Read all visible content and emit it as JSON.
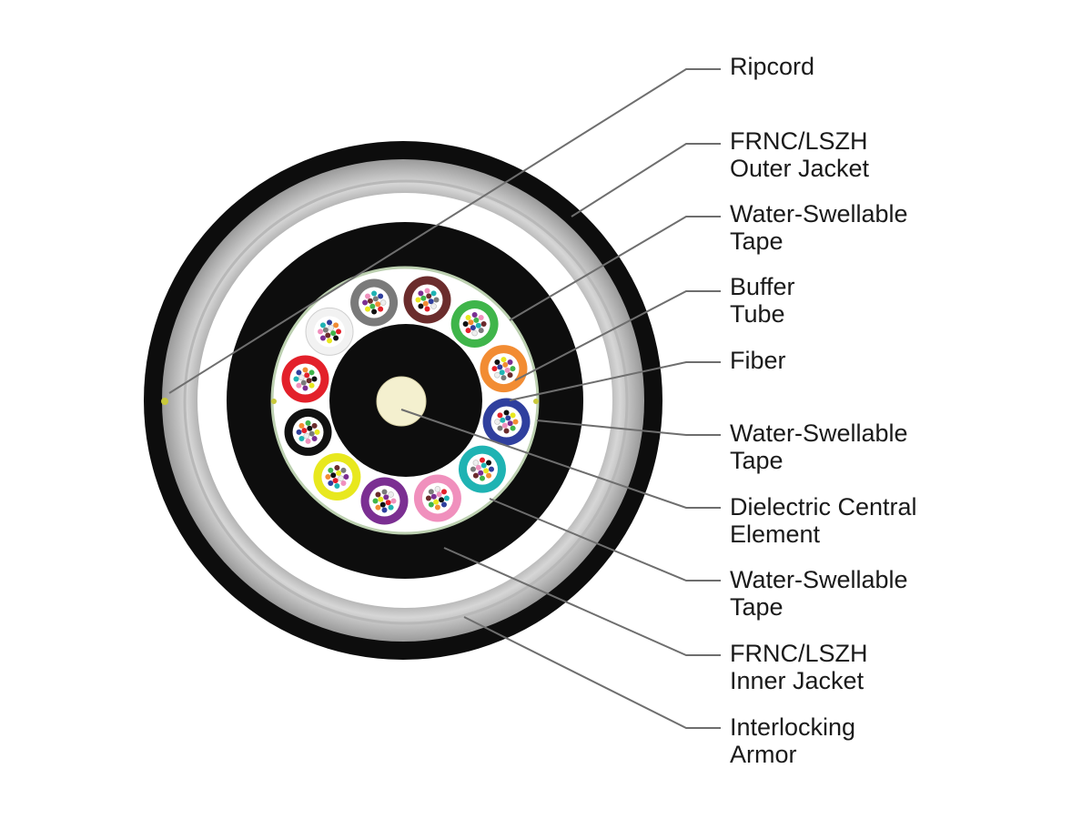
{
  "colors": {
    "background": "#ffffff",
    "jacket": "#0d0d0d",
    "armor_light": "#d2d2d2",
    "armor_dark": "#8c8c8c",
    "tape": "#ffffff",
    "central_element": "#f4f0cf",
    "leader_line": "#6e6e6e"
  },
  "labels": [
    {
      "id": "ripcord",
      "lines": [
        "Ripcord"
      ]
    },
    {
      "id": "outer-jacket",
      "lines": [
        "FRNC/LSZH",
        "Outer Jacket"
      ]
    },
    {
      "id": "water-swellable-tape-1",
      "lines": [
        "Water-Swellable",
        "Tape"
      ]
    },
    {
      "id": "buffer-tube",
      "lines": [
        "Buffer",
        "Tube"
      ]
    },
    {
      "id": "fiber",
      "lines": [
        "Fiber"
      ]
    },
    {
      "id": "water-swellable-tape-2",
      "lines": [
        "Water-Swellable",
        "Tape"
      ]
    },
    {
      "id": "dielectric-central-element",
      "lines": [
        "Dielectric Central",
        "Element"
      ]
    },
    {
      "id": "water-swellable-tape-3",
      "lines": [
        "Water-Swellable",
        "Tape"
      ]
    },
    {
      "id": "inner-jacket",
      "lines": [
        "FRNC/LSZH",
        "Inner Jacket"
      ]
    },
    {
      "id": "interlocking-armor",
      "lines": [
        "Interlocking",
        "Armor"
      ]
    }
  ],
  "buffer_tubes": [
    {
      "name": "brown",
      "color": "#6b2c2c"
    },
    {
      "name": "green",
      "color": "#3fb54a"
    },
    {
      "name": "orange",
      "color": "#f28c33"
    },
    {
      "name": "blue",
      "color": "#2f3f9e"
    },
    {
      "name": "aqua",
      "color": "#1fb3b3"
    },
    {
      "name": "rose",
      "color": "#f090bd"
    },
    {
      "name": "violet",
      "color": "#7b2f92"
    },
    {
      "name": "yellow",
      "color": "#e8e81e"
    },
    {
      "name": "black",
      "color": "#111111"
    },
    {
      "name": "red",
      "color": "#e3202a"
    },
    {
      "name": "white",
      "color": "#f2f2f2"
    },
    {
      "name": "slate",
      "color": "#7a7a7a"
    }
  ],
  "fiber_colors": [
    "#2f3f9e",
    "#f28c33",
    "#3fb54a",
    "#6b2c2c",
    "#7a7a7a",
    "#eeeeee",
    "#e3202a",
    "#111111",
    "#e8e81e",
    "#7b2f92",
    "#f090bd",
    "#1fb3b3"
  ]
}
